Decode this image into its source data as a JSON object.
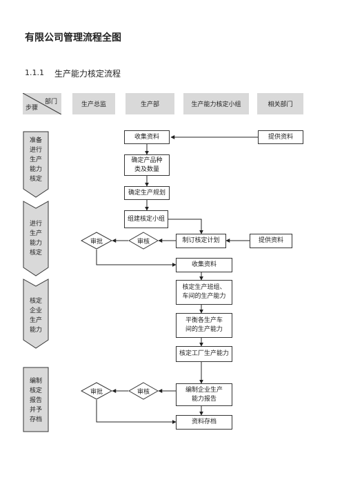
{
  "title": "有限公司管理流程全图",
  "section": {
    "number": "1.1.1",
    "title": "生产能力核定流程"
  },
  "corner": {
    "top": "部门",
    "bottom": "步骤"
  },
  "columns": [
    "生产总监",
    "生产部",
    "生产能力核定小组",
    "相关部门"
  ],
  "stages": [
    "准备\n进行\n生产\n能力\n核定",
    "进行\n生产\n能力\n核定",
    "核定\n企业\n生产\n能力",
    "编制\n核定\n报告\n并予\n存档"
  ],
  "nodes": {
    "collect1": "收集资料",
    "provide1": "提供资料",
    "confirm_types": "确定产品种\n类及数量",
    "confirm_plan": "确定生产规划",
    "form_group": "组建核定小组",
    "approve1": "审批",
    "review1": "审核",
    "make_plan": "制订核定计划",
    "provide2": "提供资料",
    "collect2": "收集资料",
    "team_capacity": "核定生产班组、\n车间的生产能力",
    "balance": "平衡各生产车\n间的生产能力",
    "factory_capacity": "核定工厂生产能力",
    "approve2": "审批",
    "review2": "审核",
    "report": "编制企业生产\n能力报告",
    "archive": "资料存档"
  }
}
